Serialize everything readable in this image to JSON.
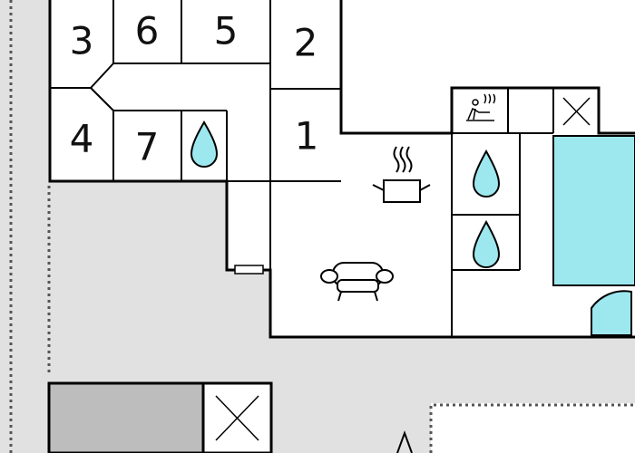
{
  "rooms": [
    {
      "key": "room-3",
      "label": "3"
    },
    {
      "key": "room-6",
      "label": "6"
    },
    {
      "key": "room-5",
      "label": "5"
    },
    {
      "key": "room-2",
      "label": "2"
    },
    {
      "key": "room-4",
      "label": "4"
    },
    {
      "key": "room-7",
      "label": "7"
    },
    {
      "key": "room-1",
      "label": "1"
    }
  ],
  "colors": {
    "ground": "#e1e1e1",
    "water": "#9de8ef",
    "terrace": "#bdbdbd",
    "wall": "#000000"
  },
  "icons": [
    "water-drop-icon",
    "sauna-icon",
    "stove-icon",
    "sofa-icon",
    "radiator-icon",
    "pool-icon",
    "closed-area-icon",
    "north-arrow-icon"
  ]
}
